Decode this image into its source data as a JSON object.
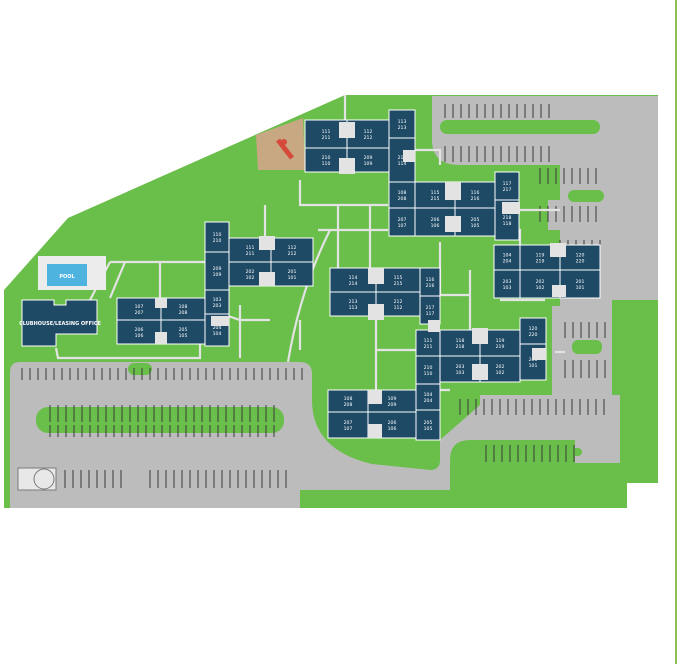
{
  "map": {
    "colors": {
      "grass": "#6abf4b",
      "pavement": "#bcbcbc",
      "walkway": "#e3e3e3",
      "building": "#1f4a66",
      "pool_water": "#4fb3e0",
      "playground": "#c8a883",
      "slide": "#d64a3c"
    },
    "facilities": {
      "pool": "POOL",
      "clubhouse": "CLUBHOUSE/LEASING OFFICE"
    },
    "buildings": [
      {
        "id": "A",
        "units": [
          {
            "t": "107",
            "b": "207"
          },
          {
            "t": "108",
            "b": "208"
          },
          {
            "t": "206",
            "b": "106"
          },
          {
            "t": "205",
            "b": "105"
          },
          {
            "t": "103",
            "b": "203"
          },
          {
            "t": "204",
            "b": "104"
          },
          {
            "t": "110",
            "b": "210"
          },
          {
            "t": "209",
            "b": "109"
          },
          {
            "t": "111",
            "b": "211"
          },
          {
            "t": "112",
            "b": "212"
          },
          {
            "t": "202",
            "b": "102"
          },
          {
            "t": "201",
            "b": "101"
          }
        ]
      },
      {
        "id": "B",
        "units": [
          {
            "t": "111",
            "b": "211"
          },
          {
            "t": "112",
            "b": "212"
          },
          {
            "t": "113",
            "b": "213"
          },
          {
            "t": "210",
            "b": "110"
          },
          {
            "t": "209",
            "b": "109"
          },
          {
            "t": "214",
            "b": "114"
          },
          {
            "t": "108",
            "b": "208"
          },
          {
            "t": "115",
            "b": "215"
          },
          {
            "t": "116",
            "b": "216"
          },
          {
            "t": "117",
            "b": "217"
          },
          {
            "t": "207",
            "b": "107"
          },
          {
            "t": "206",
            "b": "106"
          },
          {
            "t": "205",
            "b": "105"
          },
          {
            "t": "218",
            "b": "118"
          }
        ]
      },
      {
        "id": "C",
        "units": [
          {
            "t": "104",
            "b": "204"
          },
          {
            "t": "119",
            "b": "219"
          },
          {
            "t": "120",
            "b": "220"
          },
          {
            "t": "203",
            "b": "103"
          },
          {
            "t": "202",
            "b": "102"
          },
          {
            "t": "201",
            "b": "101"
          }
        ]
      },
      {
        "id": "D",
        "units": [
          {
            "t": "114",
            "b": "214"
          },
          {
            "t": "115",
            "b": "215"
          },
          {
            "t": "116",
            "b": "216"
          },
          {
            "t": "213",
            "b": "113"
          },
          {
            "t": "212",
            "b": "112"
          },
          {
            "t": "217",
            "b": "117"
          },
          {
            "t": "111",
            "b": "211"
          },
          {
            "t": "118",
            "b": "218"
          },
          {
            "t": "119",
            "b": "219"
          },
          {
            "t": "120",
            "b": "220"
          },
          {
            "t": "210",
            "b": "110"
          },
          {
            "t": "203",
            "b": "103"
          },
          {
            "t": "202",
            "b": "102"
          },
          {
            "t": "201",
            "b": "101"
          },
          {
            "t": "104",
            "b": "204"
          }
        ]
      },
      {
        "id": "E",
        "units": [
          {
            "t": "108",
            "b": "208"
          },
          {
            "t": "109",
            "b": "209"
          },
          {
            "t": "207",
            "b": "107"
          },
          {
            "t": "206",
            "b": "106"
          },
          {
            "t": "205",
            "b": "105"
          }
        ]
      }
    ]
  }
}
